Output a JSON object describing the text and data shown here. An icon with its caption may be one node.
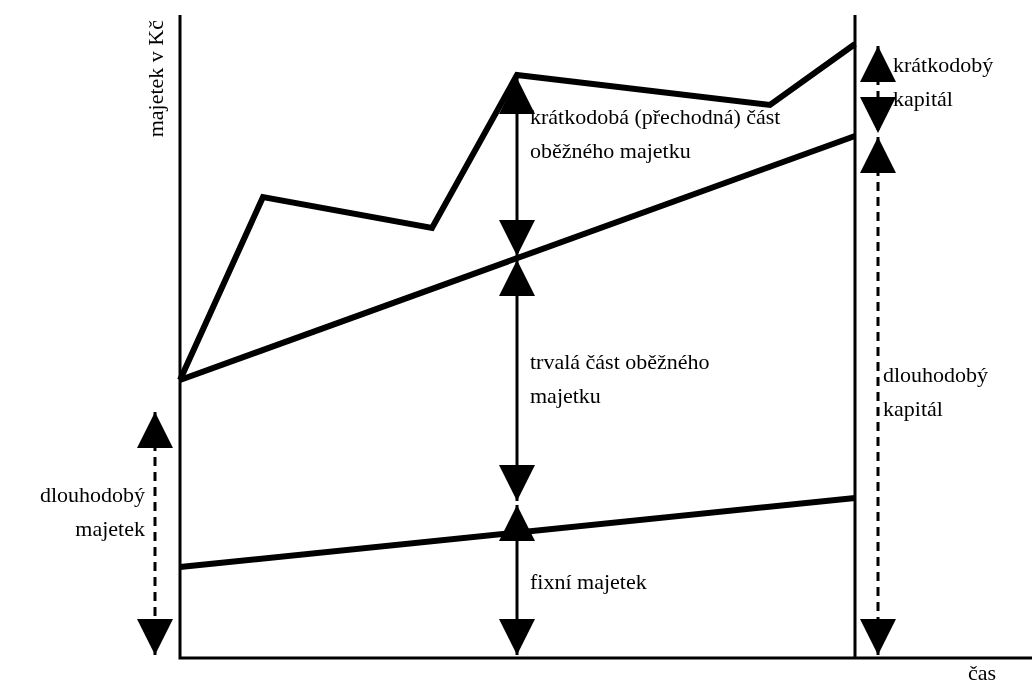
{
  "diagram": {
    "labels": [
      "majetek v Kč",
      "krátkodobý kapitál",
      "krátkodobá (přechodná) část oběžného majetku",
      "trvalá část oběžného majetku",
      "dlouhodobý kapitál",
      "dlouhodobý majetek",
      "fixní majetek",
      "čas"
    ]
  }
}
